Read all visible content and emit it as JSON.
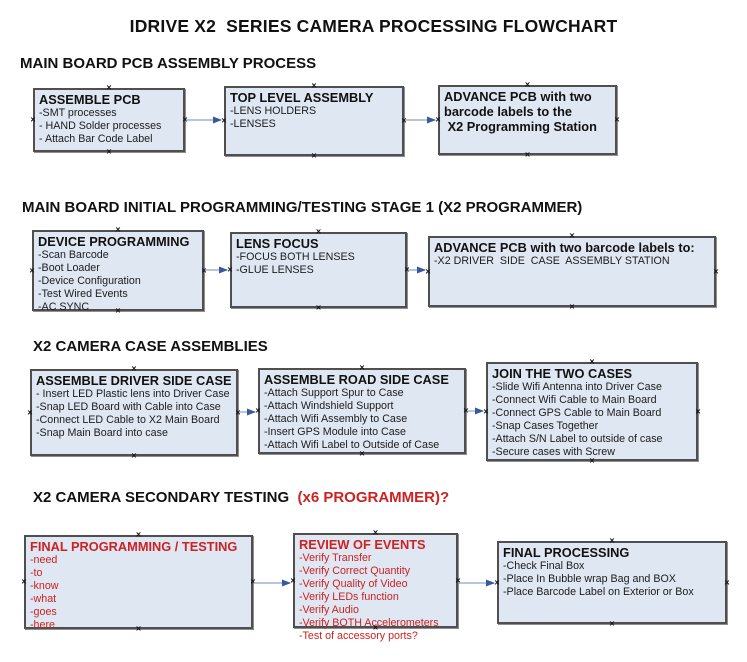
{
  "title": "IDRIVE X2  SERIES CAMERA PROCESSING FLOWCHART",
  "markers": {
    "connection_handle": "×"
  },
  "colors": {
    "box_fill": "#dfe7f3",
    "box_border": "#4f4f4f",
    "arrow_line": "#9db3cd",
    "arrow_head": "#3a589e",
    "red": "#cc2222",
    "black": "#111111"
  },
  "sections": [
    {
      "id": "pcb-assembly",
      "header": "MAIN BOARD PCB ASSEMBLY PROCESS",
      "header_accent": "",
      "boxes": [
        {
          "id": "assemble-pcb",
          "title": "ASSEMBLE PCB",
          "color": "black",
          "items": [
            "-SMT processes",
            "- HAND Solder processes",
            "- Attach Bar Code Label"
          ]
        },
        {
          "id": "top-level-assembly",
          "title": "TOP LEVEL ASSEMBLY",
          "color": "black",
          "items": [
            "-LENS HOLDERS",
            "-LENSES"
          ]
        },
        {
          "id": "advance-pcb-to-programming",
          "title": "ADVANCE PCB with two\nbarcode labels to the\n X2 Programming Station",
          "color": "black",
          "items": []
        }
      ]
    },
    {
      "id": "stage1-programming",
      "header": "MAIN BOARD INITIAL PROGRAMMING/TESTING STAGE 1 (X2 PROGRAMMER)",
      "header_accent": "",
      "boxes": [
        {
          "id": "device-programming",
          "title": "DEVICE PROGRAMMING",
          "color": "black",
          "items": [
            "-Scan Barcode",
            "-Boot Loader",
            "-Device Configuration",
            "-Test Wired Events",
            "-AC SYNC"
          ]
        },
        {
          "id": "lens-focus",
          "title": "LENS FOCUS",
          "color": "black",
          "items": [
            "-FOCUS BOTH LENSES",
            "-GLUE LENSES"
          ]
        },
        {
          "id": "advance-pcb-to-driver-side",
          "title": "ADVANCE PCB with two barcode labels to:",
          "color": "black",
          "items": [
            "-X2 DRIVER  SIDE  CASE  ASSEMBLY STATION"
          ]
        }
      ]
    },
    {
      "id": "case-assemblies",
      "header": "X2 CAMERA CASE ASSEMBLIES",
      "header_accent": "",
      "boxes": [
        {
          "id": "assemble-driver-side-case",
          "title": "ASSEMBLE DRIVER SIDE CASE",
          "color": "black",
          "items": [
            "- Insert LED Plastic lens into Driver Case",
            "-Snap LED Board with Cable into Case",
            "-Connect LED Cable to X2 Main Board",
            "-Snap Main Board into case"
          ]
        },
        {
          "id": "assemble-road-side-case",
          "title": "ASSEMBLE ROAD SIDE CASE",
          "color": "black",
          "items": [
            "-Attach Support Spur to Case",
            "-Attach Windshield Support",
            "-Attach Wifi Assembly to Case",
            "-Insert GPS Module into Case",
            "-Attach Wifi Label to Outside of Case"
          ]
        },
        {
          "id": "join-the-two-cases",
          "title": "JOIN THE TWO CASES",
          "color": "black",
          "items": [
            "-Slide Wifi Antenna into Driver Case",
            "-Connect Wifi Cable to Main Board",
            "-Connect GPS Cable to Main Board",
            "-Snap Cases Together",
            "-Attach S/N Label to outside of case",
            "-Secure cases with Screw"
          ]
        }
      ]
    },
    {
      "id": "secondary-testing",
      "header": "X2 CAMERA SECONDARY TESTING  ",
      "header_accent": "(x6 PROGRAMMER)?",
      "boxes": [
        {
          "id": "final-programming-testing",
          "title": "FINAL PROGRAMMING / TESTING",
          "color": "red",
          "items": [
            "-need",
            "-to",
            "-know",
            "-what",
            "-goes",
            "-here"
          ]
        },
        {
          "id": "review-of-events",
          "title": "REVIEW OF EVENTS",
          "color": "red",
          "items": [
            "-Verify Transfer",
            "-Verify Correct Quantity",
            "-Verify Quality of Video",
            "-Verify LEDs function",
            "-Verify Audio",
            "-Verify BOTH Accelerometers",
            "-Test of accessory ports?"
          ]
        },
        {
          "id": "final-processing",
          "title": "FINAL PROCESSING",
          "color": "black",
          "items": [
            "-Check Final Box",
            "-Place In Bubble wrap Bag and BOX",
            "-Place Barcode Label on Exterior or Box"
          ]
        }
      ]
    }
  ]
}
